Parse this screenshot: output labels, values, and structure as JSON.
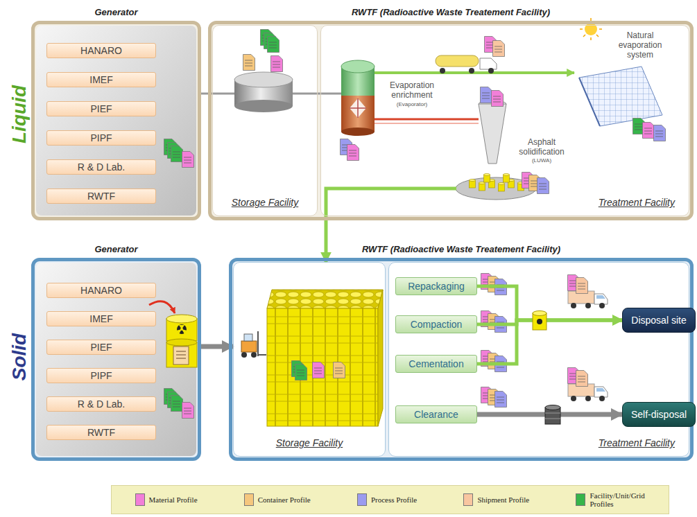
{
  "diagram": {
    "nodes": [
      {
        "text": [
          "Generator"
        ]
      },
      {
        "text": [
          "HANARO"
        ],
        "in": 0
      },
      {
        "text": [
          "IMEF"
        ],
        "in": 0
      },
      {
        "text": [
          "PIEF"
        ],
        "in": 0
      },
      {
        "text": [
          "PIPF"
        ],
        "in": 0
      },
      {
        "text": [
          "R & D Lab."
        ],
        "in": 0
      },
      {
        "text": [
          "RWTF"
        ],
        "in": 0
      },
      {
        "text": [
          "RWTF (Radioactive Waste Treatement Facility)"
        ]
      },
      {
        "text": [
          "Storage Facility"
        ],
        "in": 7
      },
      {
        "text": [
          "Treatment Facility"
        ],
        "in": 7
      },
      {
        "text": [
          "Generator"
        ]
      },
      {
        "text": [
          "HANARO"
        ],
        "in": 10
      },
      {
        "text": [
          "IMEF"
        ],
        "in": 10
      },
      {
        "text": [
          "PIEF"
        ],
        "in": 10
      },
      {
        "text": [
          "PIPF"
        ],
        "in": 10
      },
      {
        "text": [
          "R & D Lab."
        ],
        "in": 10
      },
      {
        "text": [
          "RWTF"
        ],
        "in": 10
      },
      {
        "text": [
          "RWTF (Radioactive Waste Treatement Facility)"
        ]
      },
      {
        "text": [
          "Storage Facility"
        ],
        "in": 17
      },
      {
        "text": [
          "Treatment Facility"
        ],
        "in": 17
      },
      {
        "text": [
          "Repackaging"
        ],
        "in": 19
      },
      {
        "text": [
          "Compaction"
        ],
        "in": 19
      },
      {
        "text": [
          "Cementation"
        ],
        "in": 19
      },
      {
        "text": [
          "Clearance"
        ],
        "in": 19
      },
      {
        "text": [
          "Disposal site"
        ]
      },
      {
        "text": [
          "Self-disposal"
        ]
      }
    ],
    "edges": [
      {
        "from": 0,
        "to": 8,
        "arrow": "none"
      },
      {
        "from": 9,
        "to": 18,
        "arrow": "to"
      },
      {
        "from": 10,
        "to": 18,
        "arrow": "to"
      },
      {
        "from": 20,
        "to": 24,
        "arrow": "to"
      },
      {
        "from": 21,
        "to": 24,
        "arrow": "to"
      },
      {
        "from": 22,
        "to": 24,
        "arrow": "to"
      },
      {
        "from": 23,
        "to": 25,
        "arrow": "to"
      }
    ],
    "labels": [
      "Liquid",
      "Solid",
      "Evaporation enrichment",
      "(Evaporator)",
      "Natural evaporation system",
      "Asphalt solidification",
      "(LUWA)"
    ],
    "legend": [
      {
        "text": "Material Profile",
        "color": "#f27fd8"
      },
      {
        "text": "Container Profile",
        "color": "#f5c77e"
      },
      {
        "text": "Process Profile",
        "color": "#9b9bef"
      },
      {
        "text": "Shipment Profile",
        "color": "#f8c6a0"
      },
      {
        "text": "Facility/Unit/Grid Profiles",
        "color": "#36b54a"
      }
    ]
  }
}
